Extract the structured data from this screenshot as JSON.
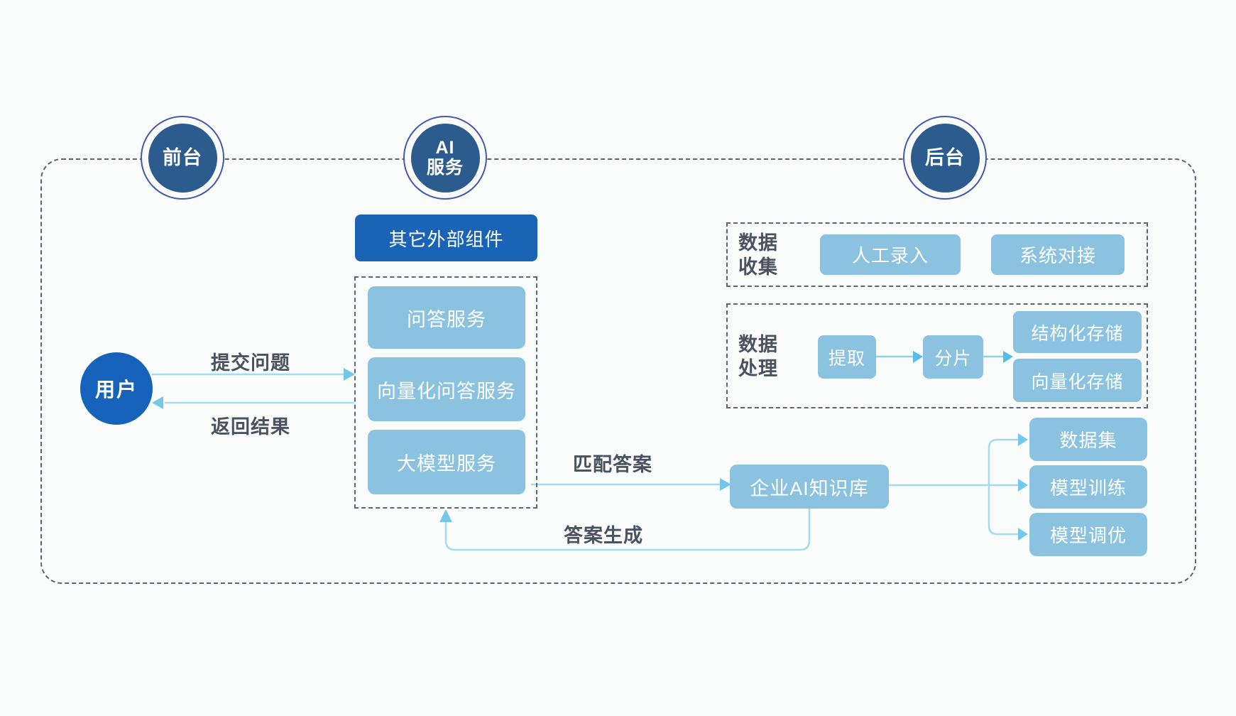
{
  "palette": {
    "background": "#fafcfb",
    "navy_circle": "#2c5b8d",
    "circle_ring": "#4758aa",
    "bright_blue": "#1663bb",
    "light_blue_node": "#8ac2e0",
    "dashed_border": "#5d6675",
    "label_text": "#4a5260",
    "wire_line": "#a5daf2",
    "wire_head": "#74c7e8",
    "node_text": "#ffffff"
  },
  "lanes": {
    "front": {
      "label": "前台"
    },
    "ai": {
      "line1": "AI",
      "line2": "服务"
    },
    "back": {
      "label": "后台"
    }
  },
  "nodes": {
    "user": "用户",
    "external": "其它外部组件",
    "qa_service": "问答服务",
    "vector_qa_service": "向量化问答服务",
    "llm_service": "大模型服务",
    "kb": "企业AI知识库",
    "manual_entry": "人工录入",
    "system_integration": "系统对接",
    "extract": "提取",
    "shard": "分片",
    "structured_storage": "结构化存储",
    "vector_storage": "向量化存储",
    "dataset": "数据集",
    "model_training": "模型训练",
    "model_tuning": "模型调优"
  },
  "sections": {
    "collection": {
      "line1": "数据",
      "line2": "收集"
    },
    "processing": {
      "line1": "数据",
      "line2": "处理"
    }
  },
  "flows": {
    "submit_question": "提交问题",
    "return_result": "返回结果",
    "match_answer": "匹配答案",
    "answer_generation": "答案生成"
  }
}
